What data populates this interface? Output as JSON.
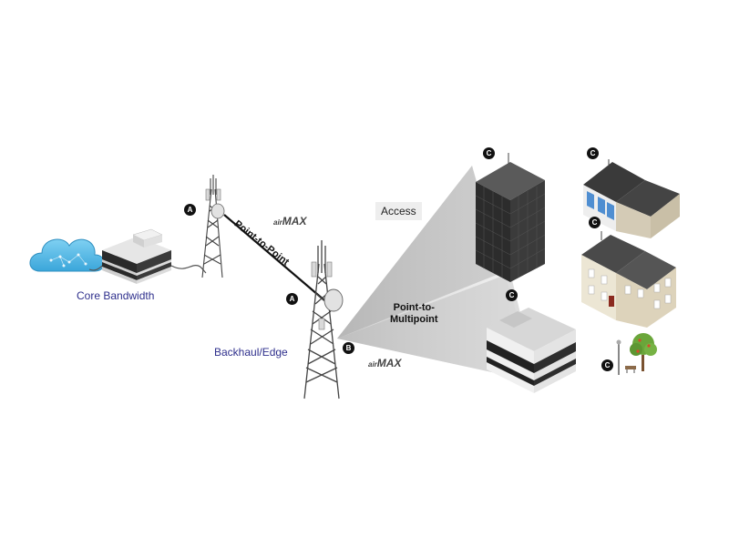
{
  "labels": {
    "core_bandwidth": "Core Bandwidth",
    "backhaul_edge": "Backhaul/Edge",
    "access": "Access",
    "point_to_point": "Point-to-Point",
    "point_to_multipoint_line1": "Point-to-",
    "point_to_multipoint_line2": "Multipoint"
  },
  "brand": {
    "prefix": "air",
    "name": "MAX"
  },
  "badges": {
    "a": "A",
    "b": "B",
    "c": "C"
  },
  "colors": {
    "label_blue": "#2e2f8c",
    "cloud_blue": "#4fb6e6",
    "badge_black": "#111111"
  }
}
